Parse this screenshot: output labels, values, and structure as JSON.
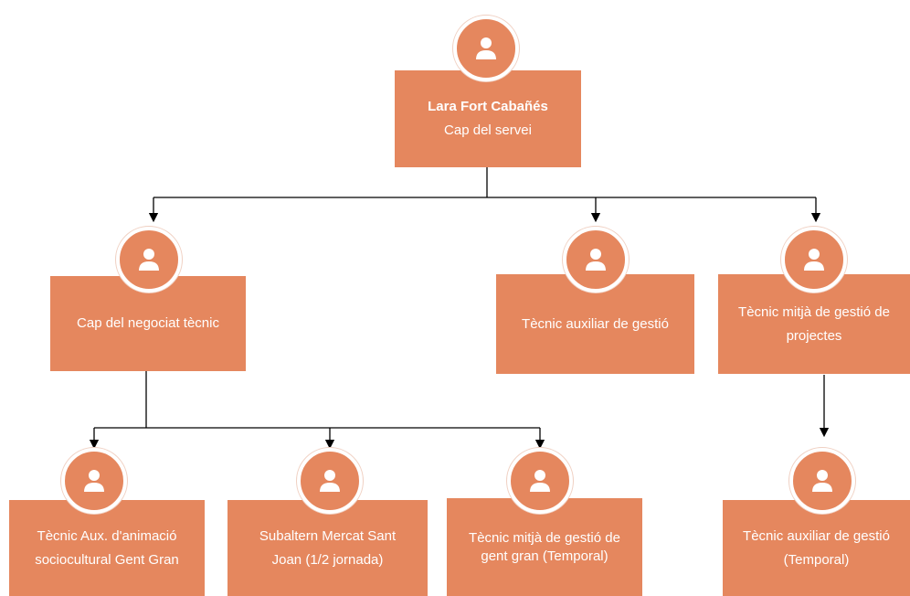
{
  "nodes": {
    "root": {
      "name": "Lara Fort Cabañés",
      "role": "Cap del servei"
    },
    "negociat": {
      "role": "Cap del negociat tècnic"
    },
    "aux_gestio": {
      "role": "Tècnic auxiliar de gestió"
    },
    "mitja_projectes": {
      "role": "Tècnic mitjà de gestió de projectes"
    },
    "aux_animacio": {
      "role": "Tècnic Aux. d'animació sociocultural Gent Gran"
    },
    "subaltern": {
      "role": "Subaltern Mercat Sant Joan (1/2 jornada)"
    },
    "mitja_gent_gran": {
      "role": "Tècnic mitjà de gestió de gent gran (Temporal)"
    },
    "aux_gestio_temp": {
      "role": "Tècnic auxiliar de gestió (Temporal)"
    }
  },
  "colors": {
    "box": "#e5875e",
    "text": "#ffffff",
    "connector": "#000000"
  },
  "icon": "person-icon"
}
